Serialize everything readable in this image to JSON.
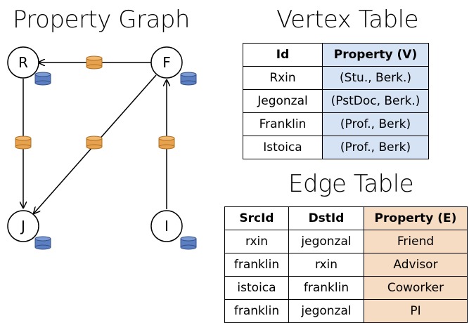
{
  "graph": {
    "title": "Property Graph",
    "vertices": [
      {
        "id": "R",
        "label": "R"
      },
      {
        "id": "F",
        "label": "F"
      },
      {
        "id": "J",
        "label": "J"
      },
      {
        "id": "I",
        "label": "I"
      }
    ],
    "edges": [
      {
        "from": "F",
        "to": "R"
      },
      {
        "from": "R",
        "to": "J"
      },
      {
        "from": "F",
        "to": "J"
      },
      {
        "from": "I",
        "to": "F"
      }
    ],
    "colors": {
      "vertex_property": "#5b7fc0",
      "edge_property": "#e6a24e",
      "edge_property_stroke": "#b07020",
      "vertex_property_stroke": "#34508a"
    }
  },
  "vertex_table": {
    "title": "Vertex Table",
    "headers": [
      "Id",
      "Property (V)"
    ],
    "rows": [
      [
        "Rxin",
        "(Stu., Berk.)"
      ],
      [
        "Jegonzal",
        "(PstDoc, Berk.)"
      ],
      [
        "Franklin",
        "(Prof., Berk)"
      ],
      [
        "Istoica",
        "(Prof., Berk)"
      ]
    ],
    "highlight_color": "#d6e3f5"
  },
  "edge_table": {
    "title": "Edge Table",
    "headers": [
      "SrcId",
      "DstId",
      "Property (E)"
    ],
    "rows": [
      [
        "rxin",
        "jegonzal",
        "Friend"
      ],
      [
        "franklin",
        "rxin",
        "Advisor"
      ],
      [
        "istoica",
        "franklin",
        "Coworker"
      ],
      [
        "franklin",
        "jegonzal",
        "PI"
      ]
    ],
    "highlight_color": "#f7dcc4"
  }
}
